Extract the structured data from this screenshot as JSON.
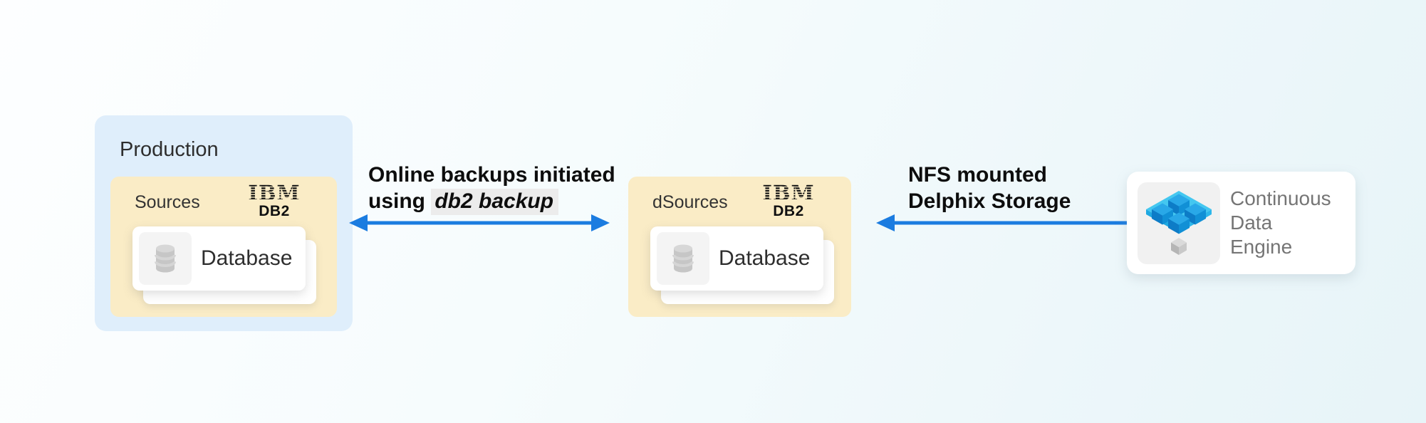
{
  "colors": {
    "arrow_blue": "#1b7ce0",
    "production_fill": "#dfeefb",
    "sources_fill": "#faecc6",
    "highlight_gray": "#ececec",
    "engine_text_gray": "#757575",
    "delphix_blue": "#1190d6",
    "delphix_cyan": "#44c7f0"
  },
  "icons": {
    "database": "database-cylinder-icon",
    "ibm": "ibm-db2-logo",
    "engine": "delphix-cubes-icon"
  },
  "production": {
    "label": "Production"
  },
  "sources": {
    "label": "Sources",
    "logo_text": "IBM",
    "logo_sub": "DB2",
    "card_label": "Database"
  },
  "dsources": {
    "label": "dSources",
    "logo_text": "IBM",
    "logo_sub": "DB2",
    "card_label": "Database"
  },
  "backup_arrow": {
    "direction": "bidirectional",
    "label_line1": "Online backups initiated",
    "label_line2_prefix": "using ",
    "label_line2_code": "db2 backup"
  },
  "nfs_arrow": {
    "direction": "right-to-left",
    "label_line1": "NFS mounted",
    "label_line2": "Delphix Storage"
  },
  "engine": {
    "lines": [
      "Continuous",
      "Data",
      "Engine"
    ]
  }
}
